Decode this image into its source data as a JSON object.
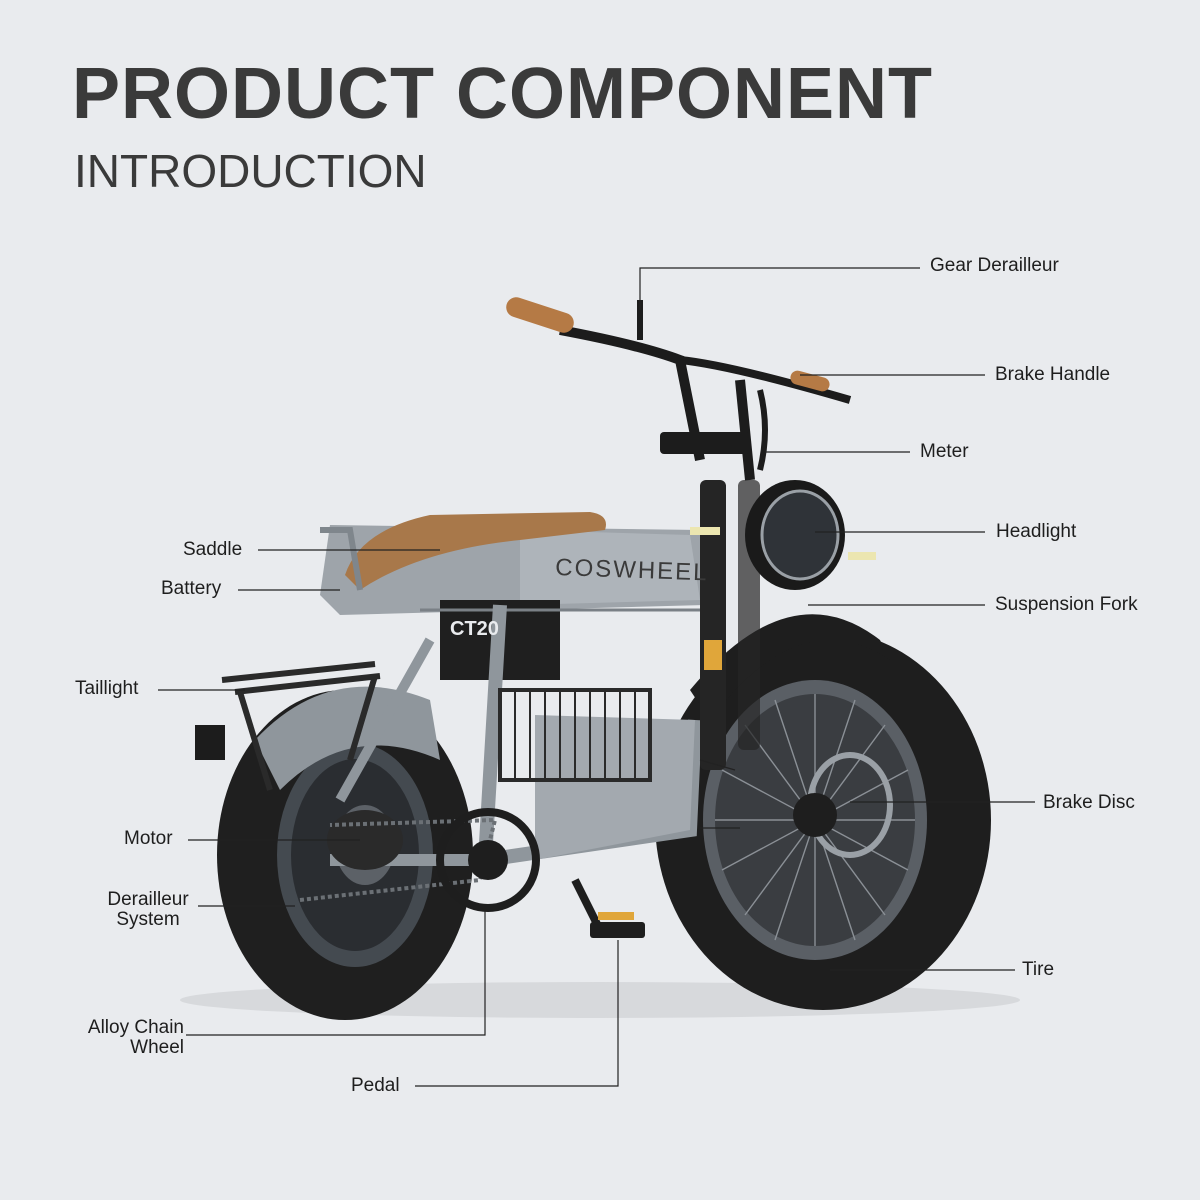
{
  "header": {
    "title": "PRODUCT COMPONENT",
    "subtitle": "INTRODUCTION"
  },
  "bike": {
    "brand": "COSWHEEL",
    "model": "CT20"
  },
  "labels": {
    "gear_derailleur": "Gear Derailleur",
    "brake_handle": "Brake Handle",
    "meter": "Meter",
    "headlight": "Headlight",
    "suspension_fork": "Suspension Fork",
    "brake_disc": "Brake Disc",
    "tire": "Tire",
    "saddle": "Saddle",
    "battery": "Battery",
    "taillight": "Taillight",
    "motor": "Motor",
    "derailleur_system_1": "Derailleur",
    "derailleur_system_2": "System",
    "alloy_chain_wheel_1": "Alloy Chain",
    "alloy_chain_wheel_2": "Wheel",
    "pedal": "Pedal"
  },
  "colors": {
    "background": "#e9ebee",
    "frame": "#8f969c",
    "tire": "#1e1e1e",
    "saddle": "#a8784a",
    "text": "#1e1e1e"
  }
}
